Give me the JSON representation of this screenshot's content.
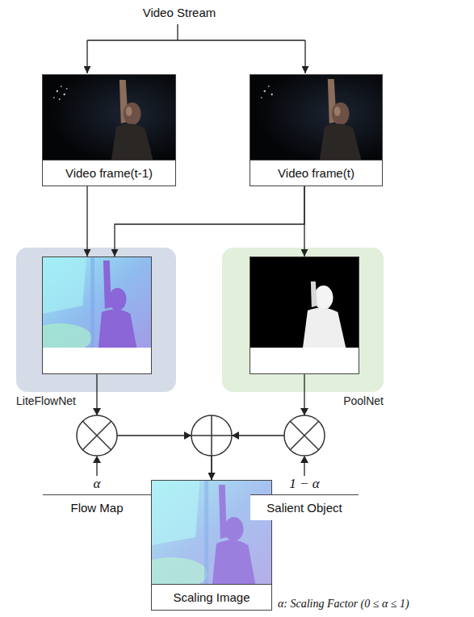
{
  "diagram": {
    "nodes": [
      {
        "text": [
          "Video frame(t-1)"
        ]
      },
      {
        "text": [
          "Video frame(t)"
        ]
      },
      {
        "text": [
          "LiteFlowNet"
        ]
      },
      {
        "text": [
          "Flow Map"
        ],
        "in": 2
      },
      {
        "text": [
          "PoolNet"
        ]
      },
      {
        "text": [
          "Salient Object"
        ],
        "in": 4
      },
      {
        "text": [
          "Scaling Image"
        ]
      }
    ],
    "edges": [
      {
        "from": 0,
        "to": 3,
        "arrow": "to"
      },
      {
        "from": 1,
        "to": 3,
        "arrow": "to"
      },
      {
        "from": 1,
        "to": 5,
        "arrow": "to"
      },
      {
        "from": 3,
        "to": 6,
        "arrow": "to"
      },
      {
        "from": 5,
        "to": 6,
        "arrow": "to"
      }
    ],
    "labels": [
      "Video Stream",
      "α",
      "1 − α",
      "α: Scaling Factor (0 ≤ α ≤ 1)"
    ]
  }
}
